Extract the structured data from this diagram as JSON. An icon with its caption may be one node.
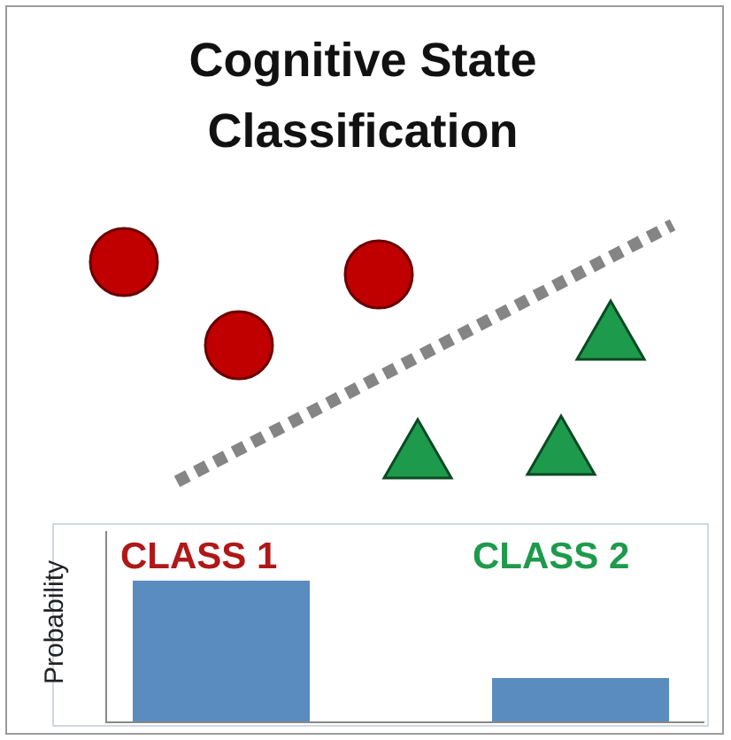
{
  "diagram": {
    "title": "Cognitive State Classification",
    "labels": [
      "CLASS 1",
      "CLASS 2",
      "Probability"
    ]
  }
}
